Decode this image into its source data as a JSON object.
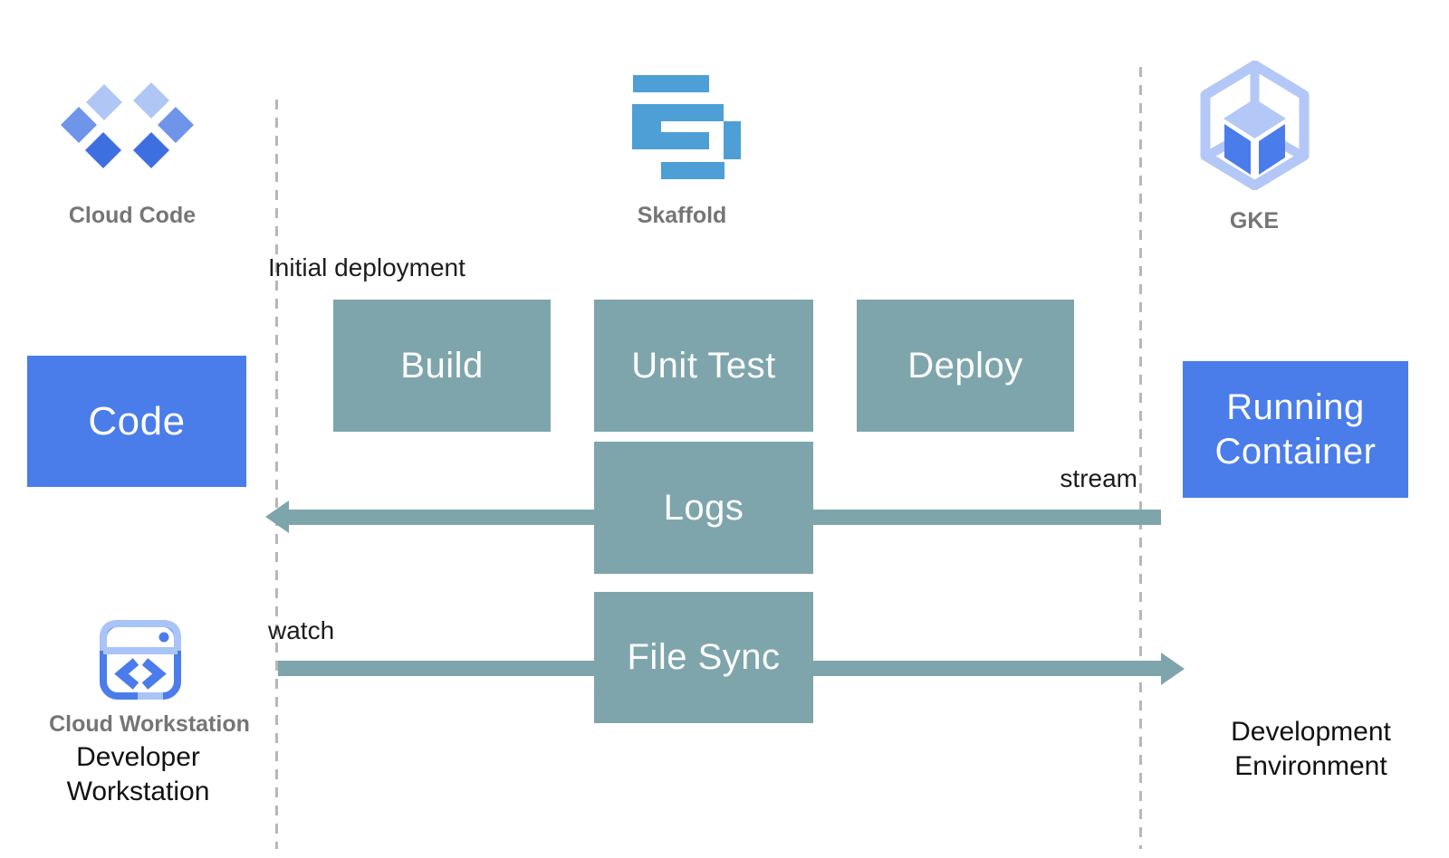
{
  "headers": {
    "cloud_code": {
      "label": "Cloud Code",
      "icon": "cloud-code-icon"
    },
    "skaffold": {
      "label": "Skaffold",
      "icon": "skaffold-icon"
    },
    "gke": {
      "label": "GKE",
      "icon": "gke-icon"
    }
  },
  "nodes": {
    "code": {
      "label": "Code"
    },
    "build": {
      "label": "Build"
    },
    "unit_test": {
      "label": "Unit Test"
    },
    "deploy": {
      "label": "Deploy"
    },
    "logs": {
      "label": "Logs"
    },
    "file_sync": {
      "label": "File Sync"
    },
    "running_container": {
      "label": "Running Container"
    }
  },
  "annotations": {
    "initial_deployment": "Initial deployment",
    "stream": "stream",
    "watch": "watch"
  },
  "footers": {
    "cloud_workstation": "Cloud Workstation",
    "developer_workstation": "Developer Workstation",
    "development_environment": "Development Environment"
  },
  "colors": {
    "node_blue": "#4a7de9",
    "node_teal": "#7fa5ac",
    "cloud_code_light": "#b0c7f5",
    "cloud_code_medium": "#6e95ea",
    "cloud_code_dark": "#3e6fe1",
    "skaffold_blue": "#4d9fd6",
    "gke_light": "#b3c8f7",
    "gke_dark": "#4b7ceb",
    "workstation_light": "#a9c4f7",
    "workstation_dark": "#4b7ceb",
    "label_gray": "#757575",
    "text_black": "#1d1d1f",
    "dash_gray": "#b7b7b7"
  }
}
